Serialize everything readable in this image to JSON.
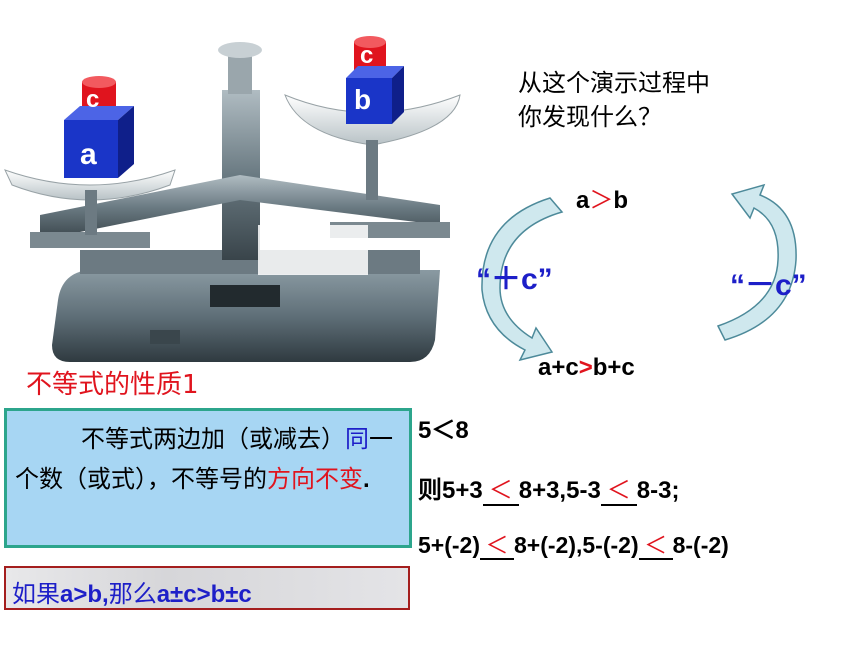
{
  "blocks": {
    "left_bottom": "a",
    "left_top": "c",
    "right_bottom": "b",
    "right_top": "c"
  },
  "question": {
    "line1": "从这个演示过程中",
    "line2": "你发现什么？"
  },
  "cycle": {
    "top": {
      "a": "a",
      "op": "＞",
      "b": "b"
    },
    "bottom": {
      "a": "a+c",
      "op": ">",
      "b": "b+c"
    },
    "left_label": "“＋c”",
    "right_label": "“－c”"
  },
  "section_title": "不等式的性质1",
  "rule": {
    "part1": "不等式两边加（或减去）",
    "highlight1": "同",
    "part2": "一个数（或式），不等号的",
    "highlight2": "方向不变",
    "end": "."
  },
  "conclusion": {
    "t1": "如果",
    "t2": "a>b,",
    "t3": "那么",
    "t4": "a±c>b±c"
  },
  "examples": {
    "line1": "5＜8",
    "line2": {
      "pre": "则5+3",
      "blank1": "＜",
      "mid": "8+3,5-3",
      "blank2": "＜",
      "post": "8-3;"
    },
    "line3": {
      "pre": "5+(-2)",
      "blank1": "＜",
      "mid": "8+(-2),5-(-2)",
      "blank2": "＜",
      "post": "8-(-2)"
    }
  },
  "colors": {
    "red": "#e0141e",
    "block_blue": "#1a35c8",
    "box_blue": "#a7d6f3",
    "arrow_fill": "#cfe8ee"
  }
}
